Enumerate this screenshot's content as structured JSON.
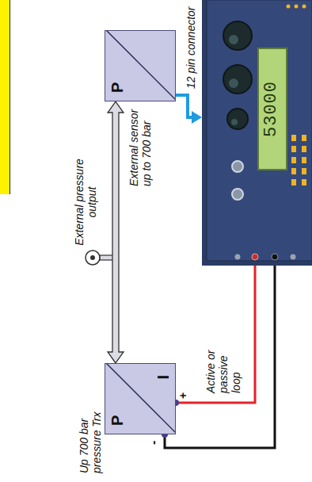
{
  "diagram": {
    "nodes": [
      {
        "text": [
          "Up 700 bar pressure Trx",
          "P",
          "I"
        ]
      },
      {
        "text": [
          "External sensor up to 700 bar",
          "P"
        ]
      },
      {
        "text": [
          "12 pin connector"
        ]
      },
      {
        "text": [
          "53000"
        ],
        "in": 2
      }
    ],
    "edges": [
      {
        "from": 0,
        "to": 1,
        "arrow": "both"
      },
      {
        "from": 1,
        "to": 2,
        "arrow": "to"
      },
      {
        "from": 0,
        "to": 2,
        "arrow": "none"
      },
      {
        "from": 0,
        "to": 2,
        "arrow": "none"
      }
    ],
    "labels": [
      "External pressure output",
      "Active or passive loop",
      "+",
      "-"
    ]
  }
}
